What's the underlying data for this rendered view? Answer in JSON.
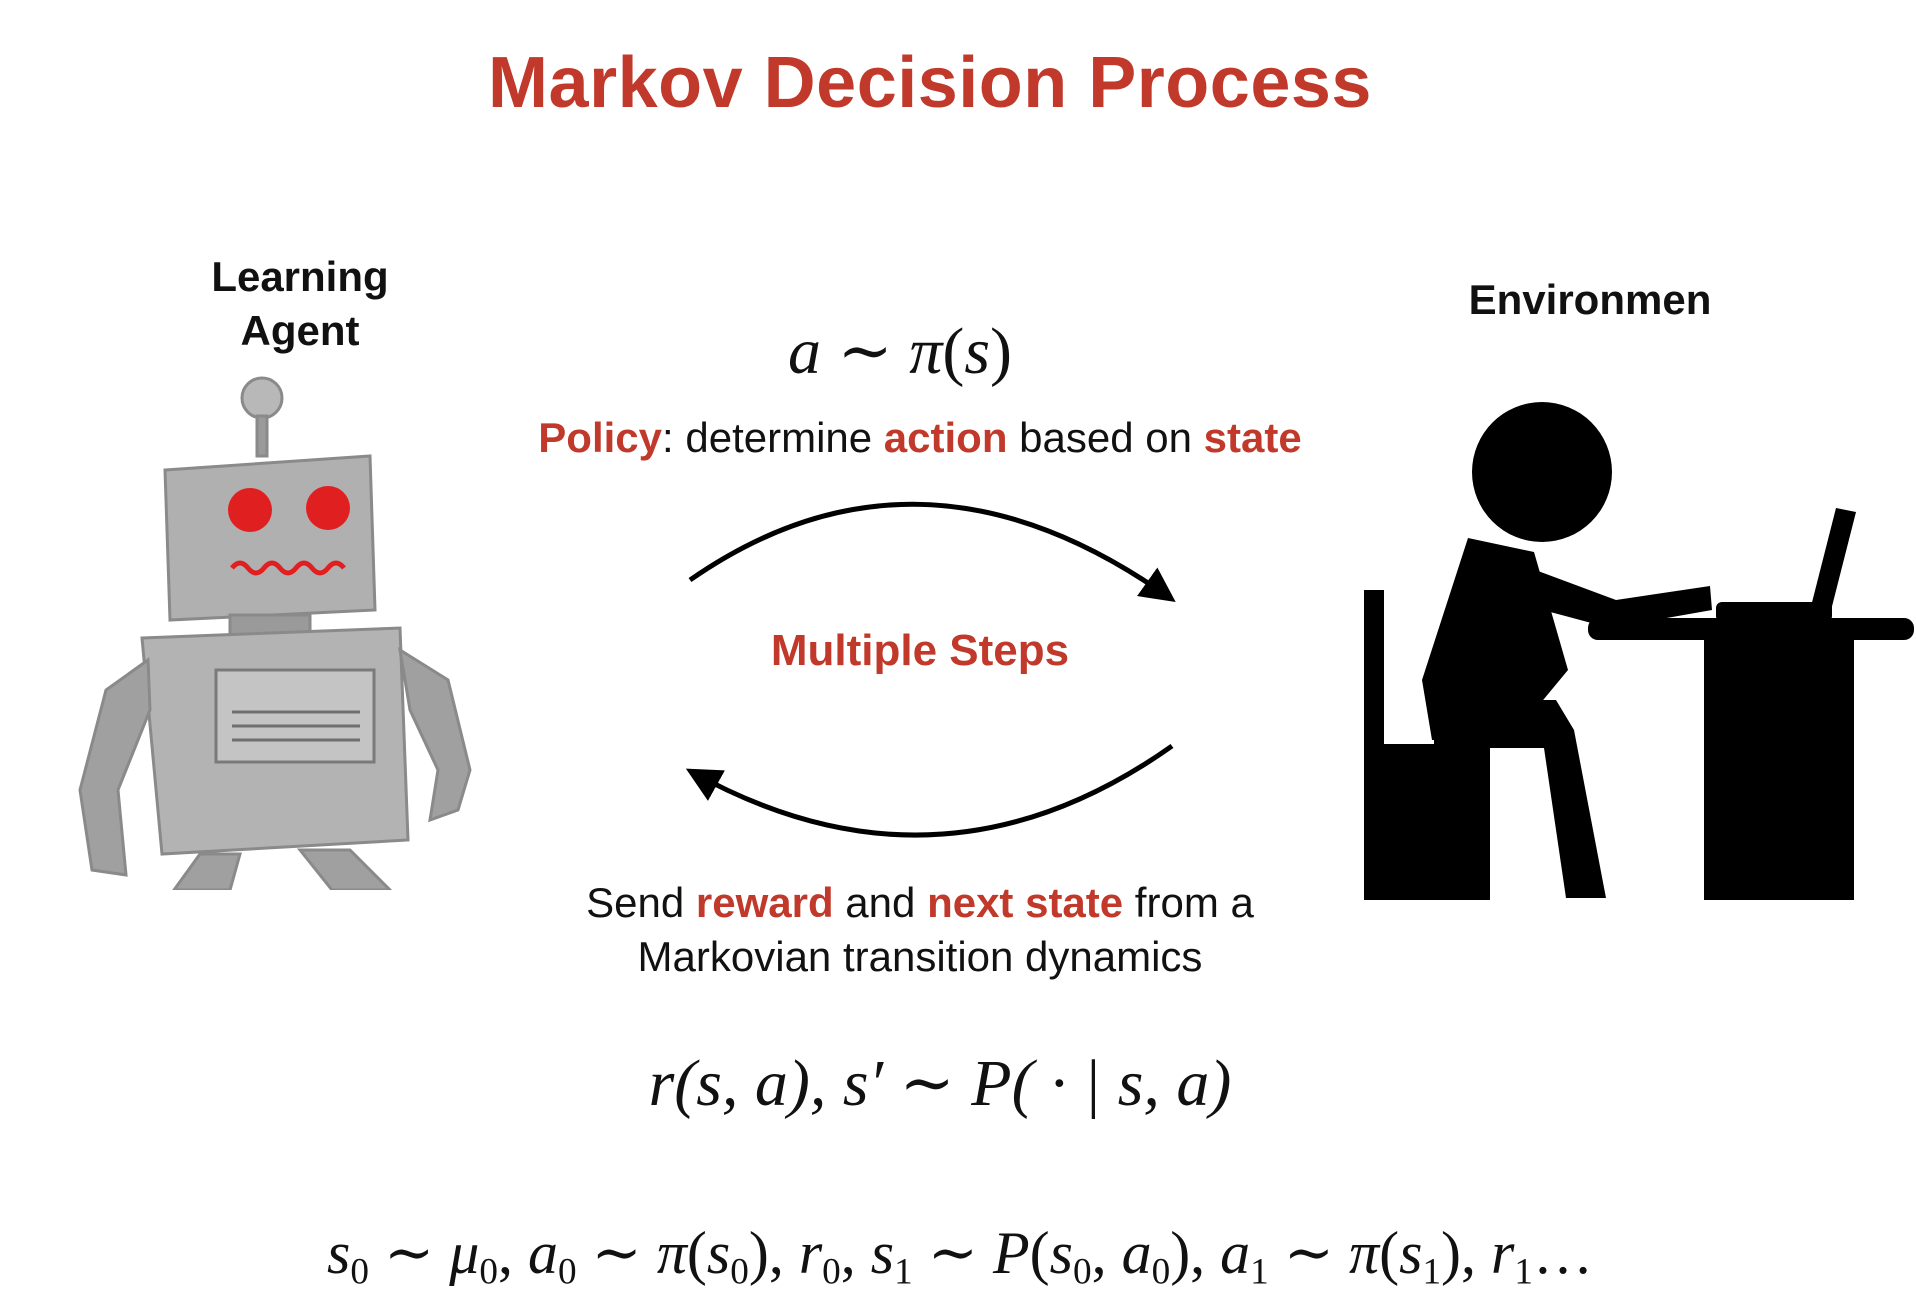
{
  "title": "Markov Decision Process",
  "agent": {
    "label_line1": "Learning",
    "label_line2": "Agent",
    "icon": "robot-icon"
  },
  "environment": {
    "label": "Environmen",
    "icon": "person-at-desk-icon"
  },
  "policy": {
    "equation": {
      "a": "a",
      "sim": "∼",
      "pi": "π",
      "open": "(",
      "s": "s",
      "close": ")"
    },
    "word_policy": "Policy",
    "text_1": ": determine ",
    "word_action": "action",
    "text_2": " based on ",
    "word_state": "state"
  },
  "loop_label": "Multiple Steps",
  "reward": {
    "text_1": "Send ",
    "word_reward": "reward",
    "text_2": " and ",
    "word_next_state": "next state",
    "text_3": " from a",
    "line2": "Markovian transition dynamics"
  },
  "transition_equation": "r(s, a), s′ ∼ P( · | s, a)",
  "trajectory": {
    "s": "s",
    "zero": "0",
    "sim": " ∼ ",
    "mu": "μ",
    "comma": ", ",
    "a": "a",
    "pi": "π",
    "open": "(",
    "close": ")",
    "r": "r",
    "one": "1",
    "P": "P",
    "inner_comma": ", ",
    "ellipsis": "…"
  },
  "colors": {
    "accent": "#c0392b",
    "text": "#111111",
    "robot_gray": "#a8a8a8",
    "robot_eye": "#e02020",
    "silhouette": "#000000"
  }
}
